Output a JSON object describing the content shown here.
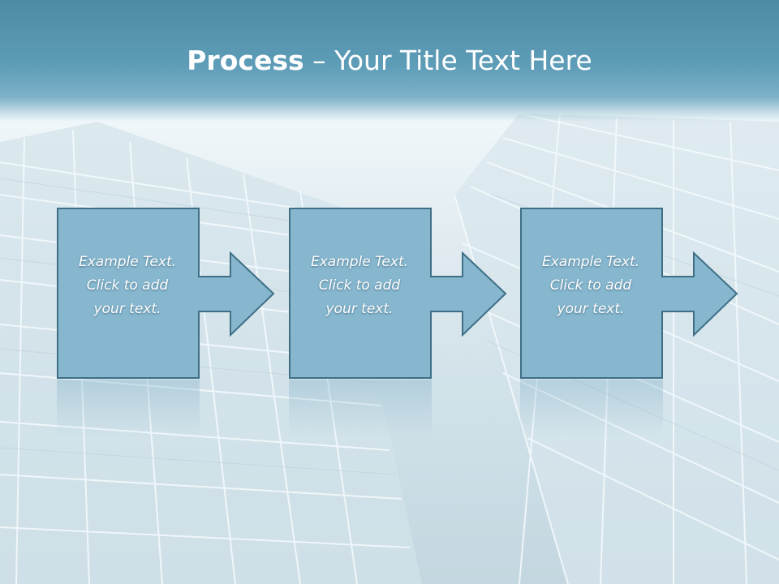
{
  "slide": {
    "title_bold": "Process",
    "title_rest": " – Your Title Text Here",
    "steps": [
      {
        "text": "Example Text.\nClick  to add\nyour text."
      },
      {
        "text": "Example Text.\nClick  to add\nyour text."
      },
      {
        "text": "Example Text.\nClick  to add\nyour text."
      }
    ]
  },
  "colors": {
    "title_band": "#5e9db8",
    "box_fill": "#86b7cf",
    "box_border": "#3f6f86",
    "text": "#ffffff"
  }
}
